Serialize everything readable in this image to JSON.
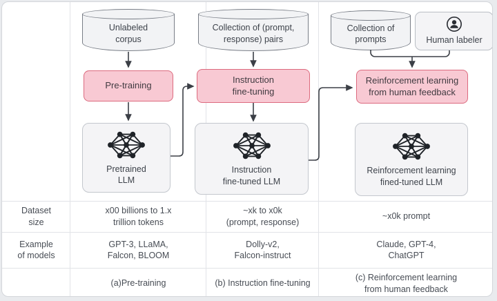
{
  "diagram": {
    "columns": [
      {
        "source": "Unlabeled\ncorpus",
        "process": "Pre-training",
        "model": "Pretrained\nLLM",
        "dataset_size": "x00 billions to 1.x\ntrillion tokens",
        "example_models": "GPT-3, LLaMA,\nFalcon, BLOOM",
        "caption": "(a)Pre-training"
      },
      {
        "source": "Collection of (prompt,\nresponse) pairs",
        "process": "Instruction\nfine-tuning",
        "model": "Instruction\nfine-tuned LLM",
        "dataset_size": "~xk to x0k\n(prompt, response)",
        "example_models": "Dolly-v2,\nFalcon-instruct",
        "caption": "(b) Instruction fine-tuning"
      },
      {
        "source": "Collection of\nprompts",
        "human_labeler": "Human labeler",
        "process": "Reinforcement learning\nfrom human feedback",
        "model": "Reinforcement learning\nfined-tuned LLM",
        "dataset_size": "~x0k prompt",
        "example_models": "Claude, GPT-4,\nChatGPT",
        "caption": "(c) Reinforcement learning\nfrom human feedback"
      }
    ],
    "row_labels": {
      "dataset_size": "Dataset\nsize",
      "example_models": "Example\nof models"
    }
  },
  "icons": {
    "model": "neural-network-icon",
    "human_labeler": "person-icon"
  },
  "colors": {
    "process_fill": "#f8c9d3",
    "process_border": "#dc6a7e",
    "node_fill": "#f4f4f6",
    "node_border": "#c3c7cd",
    "cylinder_fill": "#f2f3f5",
    "cylinder_border": "#787d86",
    "arrow": "#3b3f46",
    "grid_line": "#e1e3e7",
    "text": "#474c54",
    "card_bg": "#ffffff",
    "page_bg": "#e9ebee"
  }
}
